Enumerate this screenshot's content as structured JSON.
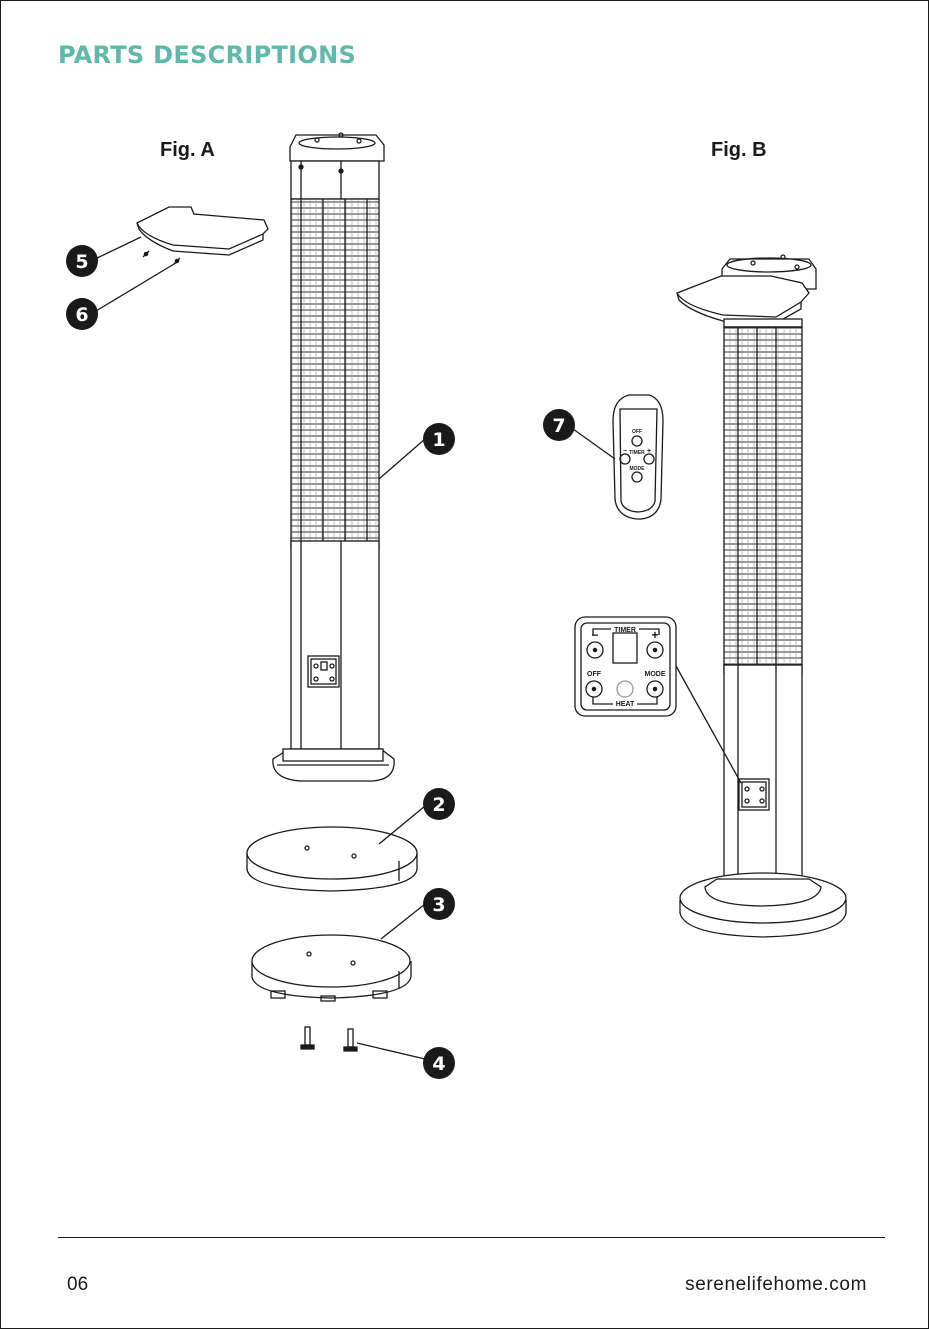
{
  "header": {
    "title": "PARTS DESCRIPTIONS"
  },
  "figures": [
    {
      "label": "Fig. A"
    },
    {
      "label": "Fig. B"
    }
  ],
  "callouts": [
    "1",
    "2",
    "3",
    "4",
    "5",
    "6",
    "7"
  ],
  "remote": {
    "off": "OFF",
    "timer": "TIMER",
    "mode": "MODE",
    "minus": "−",
    "plus": "+"
  },
  "control_panel": {
    "timer": "TIMER",
    "off": "OFF",
    "mode": "MODE",
    "heat": "HEAT",
    "minus": "−",
    "plus": "+"
  },
  "footer": {
    "page_number": "06",
    "website": "serenelifehome.com"
  },
  "colors": {
    "accent": "#5fb8a8",
    "ink": "#1a1a1a"
  }
}
